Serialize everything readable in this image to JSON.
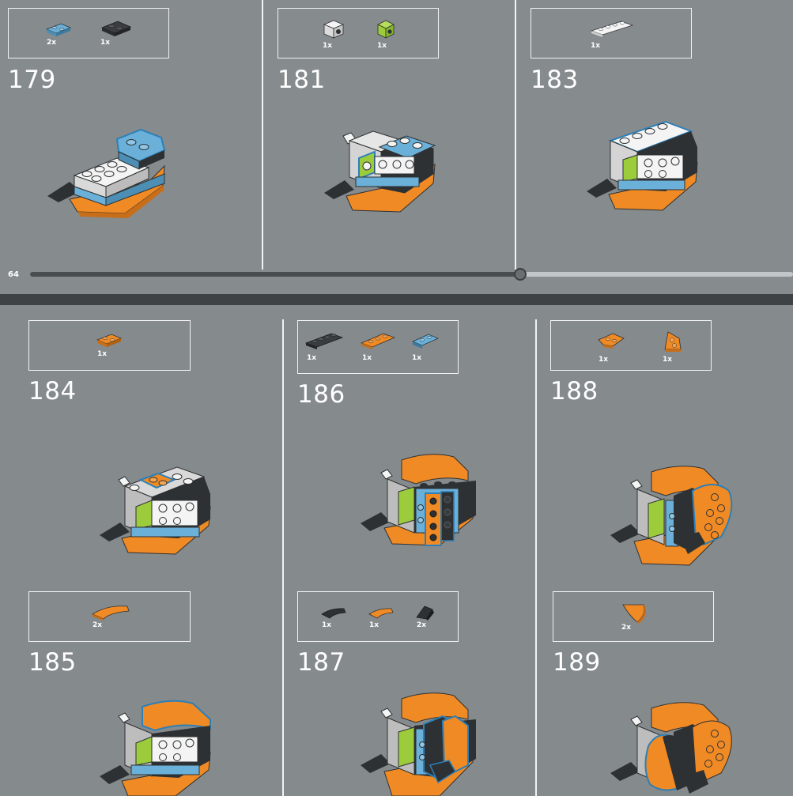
{
  "page_number": "64",
  "progress": 0.643,
  "colors": {
    "background": "#858a8d",
    "orange": "#f08a24",
    "blue": "#6ab0d8",
    "green": "#9ccc3c",
    "dark": "#2e3133",
    "white": "#f4f4f4",
    "callout": "#2c7fb8"
  },
  "steps": [
    {
      "id": "179",
      "number": "179",
      "parts": [
        {
          "qty": "2x",
          "color": "blue"
        },
        {
          "qty": "1x",
          "color": "dark"
        }
      ]
    },
    {
      "id": "181",
      "number": "181",
      "parts": [
        {
          "qty": "1x",
          "color": "white"
        },
        {
          "qty": "1x",
          "color": "green"
        }
      ]
    },
    {
      "id": "183",
      "number": "183",
      "parts": [
        {
          "qty": "1x",
          "color": "white"
        }
      ]
    },
    {
      "id": "184",
      "number": "184",
      "parts": [
        {
          "qty": "1x",
          "color": "orange"
        }
      ]
    },
    {
      "id": "186",
      "number": "186",
      "parts": [
        {
          "qty": "1x",
          "color": "dark"
        },
        {
          "qty": "1x",
          "color": "orange"
        },
        {
          "qty": "1x",
          "color": "blue"
        }
      ]
    },
    {
      "id": "188",
      "number": "188",
      "parts": [
        {
          "qty": "1x",
          "color": "orange"
        },
        {
          "qty": "1x",
          "color": "orange"
        }
      ]
    },
    {
      "id": "185",
      "number": "185",
      "parts": [
        {
          "qty": "2x",
          "color": "orange"
        }
      ]
    },
    {
      "id": "187",
      "number": "187",
      "parts": [
        {
          "qty": "1x",
          "color": "dark"
        },
        {
          "qty": "1x",
          "color": "orange"
        },
        {
          "qty": "2x",
          "color": "dark"
        }
      ]
    },
    {
      "id": "189",
      "number": "189",
      "parts": [
        {
          "qty": "2x",
          "color": "orange"
        }
      ]
    }
  ]
}
